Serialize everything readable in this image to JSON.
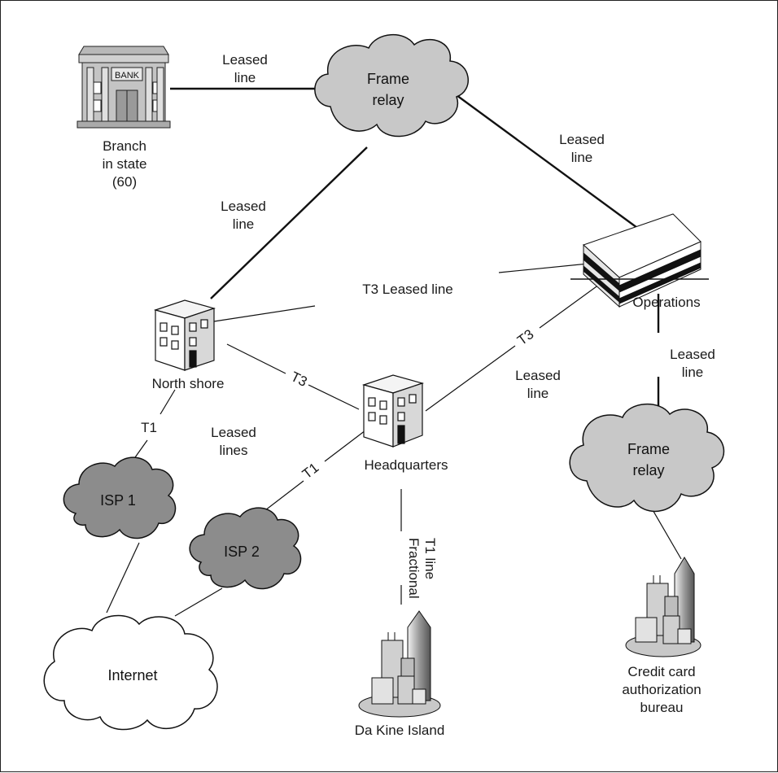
{
  "nodes": {
    "branch": {
      "label": [
        "Branch",
        "in state",
        "(60)"
      ],
      "sign": "BANK"
    },
    "frame_relay_top": {
      "label": [
        "Frame",
        "relay"
      ]
    },
    "operations": {
      "label": "Operations"
    },
    "north_shore": {
      "label": "North shore"
    },
    "headquarters": {
      "label": "Headquarters"
    },
    "isp1": {
      "label": "ISP 1"
    },
    "isp2": {
      "label": "ISP 2"
    },
    "internet": {
      "label": "Internet"
    },
    "da_kine": {
      "label": "Da Kine Island"
    },
    "frame_relay_bottom": {
      "label": [
        "Frame",
        "relay"
      ]
    },
    "credit_bureau": {
      "label": [
        "Credit card",
        "authorization",
        "bureau"
      ]
    }
  },
  "links": {
    "branch_fr": [
      "Leased",
      "line"
    ],
    "fr_ops": [
      "Leased",
      "line"
    ],
    "fr_north": [
      "Leased",
      "line"
    ],
    "north_ops": "T3 Leased line",
    "north_hq": "T3",
    "hq_ops_t3": "T3",
    "hq_ops_leased": [
      "Leased",
      "line"
    ],
    "north_isp1": "T1",
    "hq_isp2": "T1",
    "leased_lines": [
      "Leased",
      "lines"
    ],
    "ops_fr": [
      "Leased",
      "line"
    ],
    "hq_dakine": [
      "Fractional",
      "T1 line"
    ]
  },
  "colors": {
    "cloud_light": "#c8c8c8",
    "cloud_dark": "#8c8c8c",
    "line": "#111111"
  }
}
